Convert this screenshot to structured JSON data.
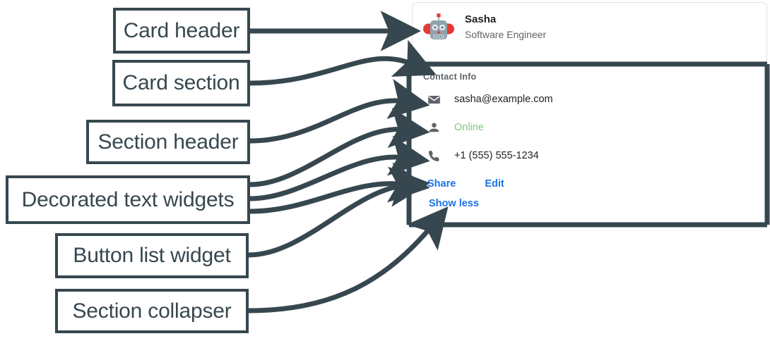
{
  "annotations": [
    {
      "id": "card-header",
      "label": "Card header"
    },
    {
      "id": "card-section",
      "label": "Card section"
    },
    {
      "id": "section-header",
      "label": "Section header"
    },
    {
      "id": "decorated-text",
      "label": "Decorated text widgets"
    },
    {
      "id": "button-list",
      "label": "Button list widget"
    },
    {
      "id": "section-collapser",
      "label": "Section collapser"
    }
  ],
  "card": {
    "header": {
      "avatar_icon": "robot-avatar-icon",
      "title": "Sasha",
      "subtitle": "Software Engineer"
    },
    "section": {
      "header": "Contact Info",
      "rows": [
        {
          "icon": "email-icon",
          "value": "sasha@example.com",
          "color": "#202124"
        },
        {
          "icon": "person-icon",
          "value": "Online",
          "color": "#81c784"
        },
        {
          "icon": "phone-icon",
          "value": "+1 (555) 555-1234",
          "color": "#202124"
        }
      ],
      "buttons": [
        {
          "label": "Share"
        },
        {
          "label": "Edit"
        }
      ],
      "collapser": {
        "label": "Show less"
      }
    }
  },
  "colors": {
    "annotation": "#37474f",
    "link": "#1a73e8",
    "status_online": "#81c784",
    "muted_text": "#5f6368",
    "card_border": "#e0e0e0"
  }
}
